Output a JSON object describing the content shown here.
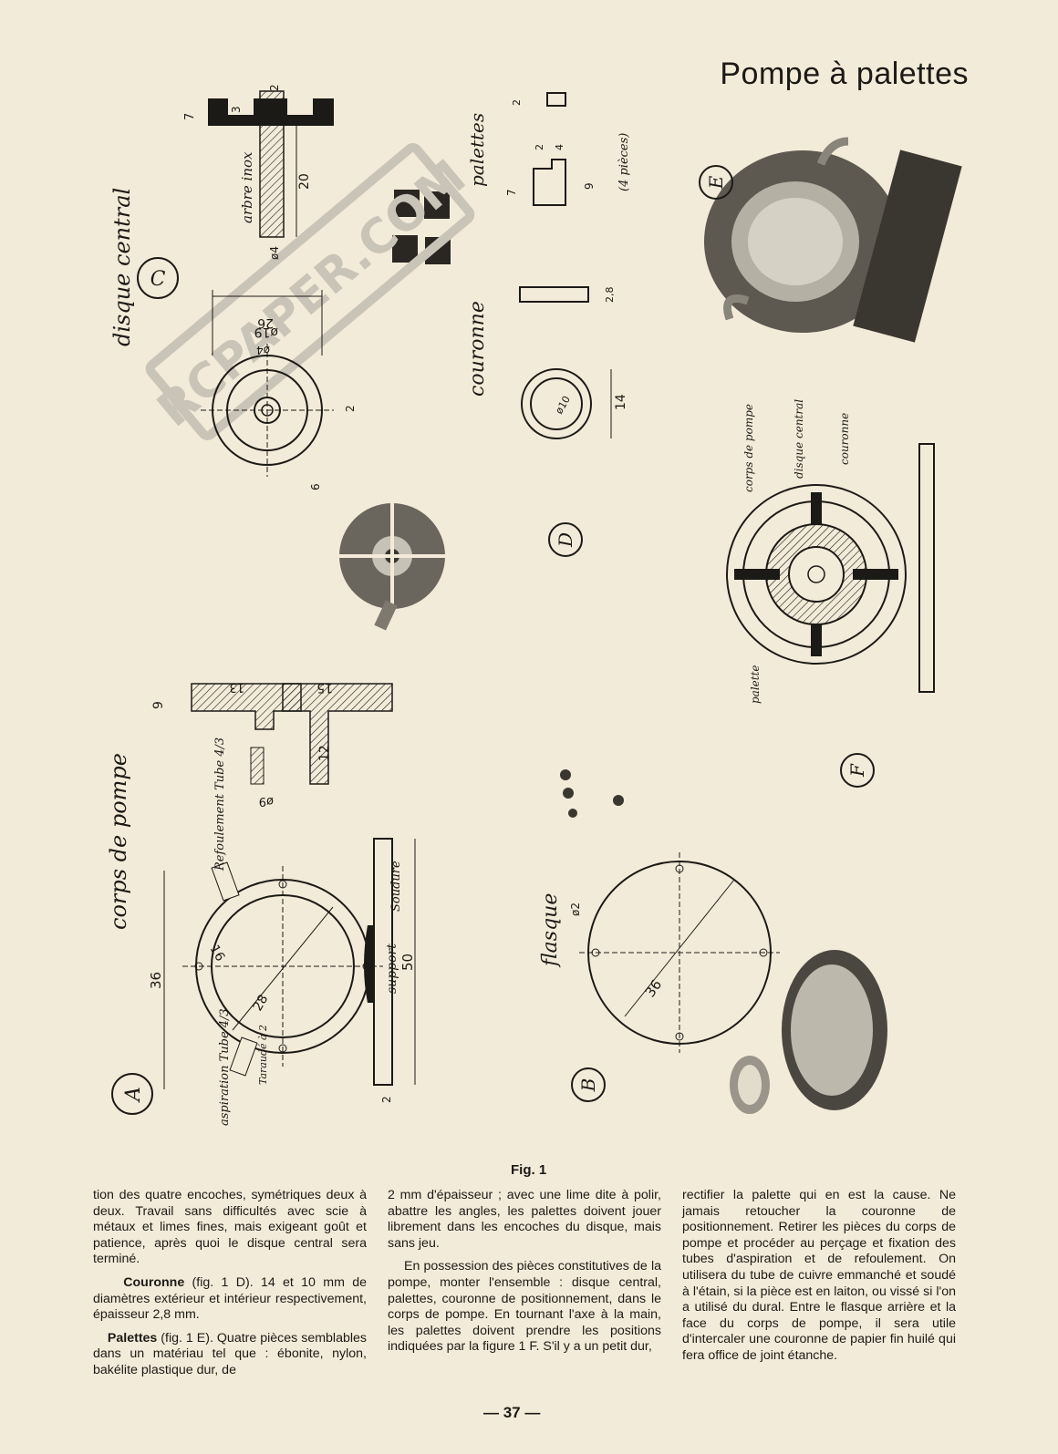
{
  "page": {
    "title": "Pompe à palettes",
    "fig_caption": "Fig. 1",
    "page_number": "— 37 —",
    "watermark": "RCPAPER.COM"
  },
  "figure": {
    "C": {
      "letter": "C",
      "title": "disque central",
      "shaft_label": "arbre inox",
      "dims": [
        "7",
        "3",
        "2",
        "20",
        "ø4",
        "26",
        "ø19",
        "ø4",
        "2",
        "6"
      ]
    },
    "A": {
      "letter": "A",
      "title": "corps de pompe",
      "outlet_label": "Refoulement Tube 4/3",
      "inlet_label": "aspiration Tube 4/3",
      "tapped_label": "Taraudé à 2",
      "weld_label": "Soudure",
      "support_label": "support",
      "dims": [
        "9",
        "13",
        "15",
        "12",
        "ø9",
        "36",
        "16",
        "28",
        "50",
        "2"
      ]
    },
    "D": {
      "letter": "D",
      "title": "couronne",
      "dims": [
        "2,8",
        "ø10",
        "14"
      ]
    },
    "E": {
      "letter": "E",
      "title": "palettes",
      "qty": "(4 pièces)",
      "dims": [
        "2",
        "7",
        "2",
        "4",
        "9"
      ]
    },
    "F": {
      "letter": "F",
      "labels": [
        "corps de pompe",
        "disque central",
        "couronne",
        "palette"
      ]
    },
    "B": {
      "letter": "B",
      "title": "flasque",
      "dims": [
        "ø2",
        "36"
      ]
    }
  },
  "text": {
    "col1_p1": "tion des quatre encoches, symétriques deux à deux. Travail sans difficultés avec scie à métaux et limes fines, mais exigeant goût et patience, après quoi le disque central sera terminé.",
    "col1_p2_head": "Couronne",
    "col1_p2": " (fig. 1 D). 14 et 10 mm de diamètres extérieur et intérieur respectivement, épaisseur 2,8 mm.",
    "col1_p3_head": "Palettes",
    "col1_p3": " (fig. 1 E). Quatre pièces semblables dans un matériau tel que : ébonite, nylon, bakélite plastique dur, de",
    "col2_p1": "2 mm d'épaisseur ; avec une lime dite à polir, abattre les angles, les palettes doivent jouer librement dans les encoches du disque, mais sans jeu.",
    "col2_p2": "En possession des pièces constitutives de la pompe, monter l'ensemble : disque central, palettes, couronne de positionnement, dans le corps de pompe. En tournant l'axe à la main, les palettes doivent prendre les positions indiquées par la figure 1 F. S'il y a un petit dur,",
    "col3_p1": "rectifier la palette qui en est la cause. Ne jamais retoucher la couronne de positionnement. Retirer les pièces du corps de pompe et procéder au perçage et fixation des tubes d'aspiration et de refoulement. On utilisera du tube de cuivre emmanché et soudé à l'étain, si la pièce est en laiton, ou vissé si l'on a utilisé du dural. Entre le flasque arrière et la face du corps de pompe, il sera utile d'intercaler une couronne de papier fin huilé qui fera office de joint étanche."
  },
  "colors": {
    "paper": "#f3ebd9",
    "ink": "#1c1a17",
    "photo_grey": "#8a857b",
    "watermark": "#c9c4b8"
  }
}
